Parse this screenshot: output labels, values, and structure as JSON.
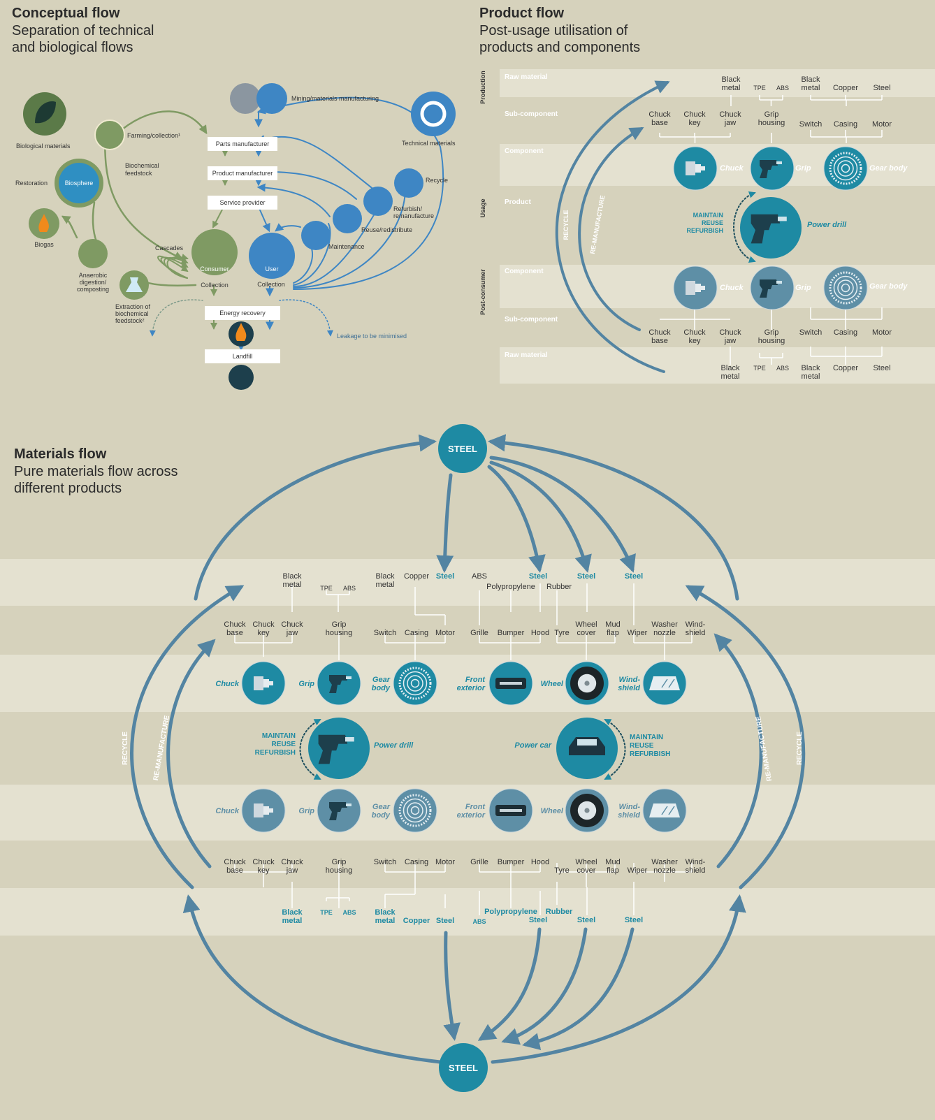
{
  "conceptual": {
    "title": "Conceptual flow",
    "subtitle": "Separation of technical and biological flows",
    "labels": {
      "biological_materials": "Biological materials",
      "farming": "Farming/collection¹",
      "biochemical_feedstock_1": "Biochemical",
      "biochemical_feedstock_2": "feedstock",
      "restoration": "Restoration",
      "biosphere": "Biosphere",
      "biogas": "Biogas",
      "anaerobic_1": "Anaerobic",
      "anaerobic_2": "digestion/",
      "anaerobic_3": "composting",
      "extraction_1": "Extraction of",
      "extraction_2": "biochemical",
      "extraction_3": "feedstock²",
      "cascades": "Cascades",
      "consumer": "Consumer",
      "user": "User",
      "collection": "Collection",
      "mining": "Mining/materials manufacturing",
      "technical_materials": "Technical materials",
      "recycle": "Recycle",
      "refurbish_1": "Refurbish/",
      "refurbish_2": "remanufacture",
      "reuse": "Reuse/redistribute",
      "maintenance": "Maintenance",
      "parts_manufacturer": "Parts manufacturer",
      "product_manufacturer": "Product manufacturer",
      "service_provider": "Service provider",
      "energy_recovery": "Energy recovery",
      "landfill": "Landfill",
      "leakage": "Leakage to be minimised"
    }
  },
  "product": {
    "title": "Product flow",
    "subtitle": "Post-usage utilisation of products and components",
    "phases": {
      "production": "Production",
      "usage": "Usage",
      "post_consumer": "Post-consumer"
    },
    "rows": {
      "raw_material": "Raw material",
      "sub_component": "Sub-component",
      "component": "Component",
      "product": "Product"
    },
    "words": {
      "black": "Black",
      "metal": "metal",
      "tpe": "TPE",
      "abs": "ABS",
      "copper": "Copper",
      "steel": "Steel",
      "chuck": "Chuck",
      "base": "base",
      "key": "key",
      "jaw": "jaw",
      "grip": "Grip",
      "housing": "housing",
      "switch": "Switch",
      "casing": "Casing",
      "motor": "Motor",
      "gear_body": "Gear body",
      "power_drill": "Power drill",
      "maintain": "MAINTAIN",
      "reuse": "REUSE",
      "refurbish": "REFURBISH",
      "recycle": "RECYCLE",
      "remanufacture": "RE-MANUFACTURE"
    }
  },
  "materials": {
    "title": "Materials flow",
    "subtitle": "Pure materials flow across different products",
    "steel_node": "STEEL",
    "words": {
      "black": "Black",
      "metal": "metal",
      "tpe": "TPE",
      "abs": "ABS",
      "copper": "Copper",
      "steel": "Steel",
      "polypropylene": "Polypropylene",
      "rubber": "Rubber",
      "chuck": "Chuck",
      "base": "base",
      "key": "key",
      "jaw": "jaw",
      "grip": "Grip",
      "housing": "housing",
      "switch": "Switch",
      "casing": "Casing",
      "motor": "Motor",
      "grille": "Grille",
      "bumper": "Bumper",
      "hood": "Hood",
      "tyre": "Tyre",
      "wheel": "Wheel",
      "cover": "cover",
      "mud": "Mud",
      "flap": "flap",
      "wiper": "Wiper",
      "washer": "Washer",
      "nozzle": "nozzle",
      "wind": "Wind-",
      "shield": "shield",
      "gear": "Gear",
      "body": "body",
      "front": "Front",
      "exterior": "exterior",
      "power_drill": "Power drill",
      "power_car": "Power car",
      "maintain": "MAINTAIN",
      "reuse": "REUSE",
      "refurbish": "REFURBISH",
      "recycle": "RECYCLE",
      "remanufacture": "RE-MANUFACTURE"
    }
  },
  "colors": {
    "background": "#d6d2bc",
    "band": "#e4e1d0",
    "teal": "#1e8aa3",
    "teal_dark": "#1d4f5e",
    "muted_teal": "#5e8fa6",
    "arrow_blue": "#5384a2",
    "green": "#7f9a63",
    "green_dark": "#5b7a48",
    "bright_blue": "#2aa0d0"
  }
}
